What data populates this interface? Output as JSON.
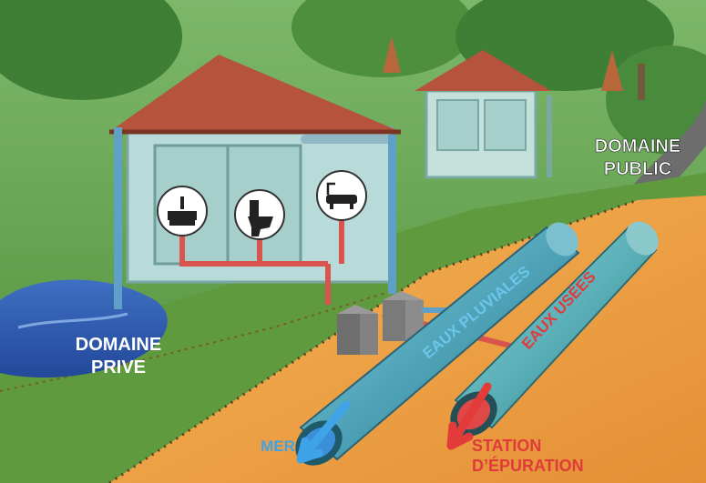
{
  "labels": {
    "domaine_public": [
      "DOMAINE",
      "PUBLIC"
    ],
    "domaine_prive": [
      "DOMAINE",
      "PRIVE"
    ],
    "pipe_pluviales": "EAUX PLUVIALES",
    "pipe_usees": "EAUX USÉES",
    "dest_mer": "MER",
    "dest_station": [
      "STATION",
      "D’ÉPURATION"
    ]
  },
  "icons": [
    "washbasin-icon",
    "toilet-icon",
    "bathtub-icon"
  ],
  "colors": {
    "sky": "#6aa84f",
    "grass": "#4f8f3a",
    "soil": "#f0a347",
    "roof": "#b5533c",
    "wall": "#b8dad8",
    "pipe_rain": "#5fb0c6",
    "pipe_waste": "#e04848",
    "label_rain": "#6cc6ea",
    "label_waste": "#e03b3b"
  }
}
